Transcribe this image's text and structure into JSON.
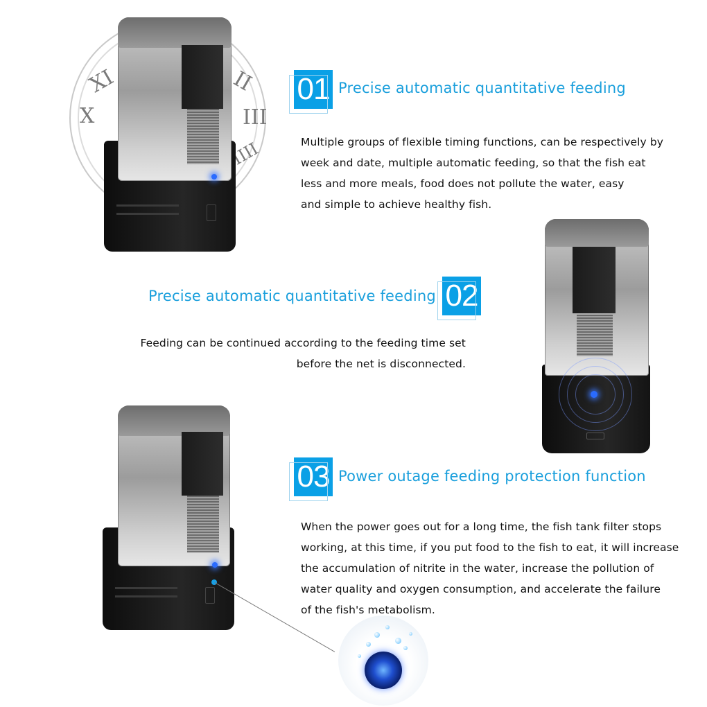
{
  "sections": [
    {
      "number": "01",
      "heading": "Precise automatic quantitative feeding",
      "lines": [
        "Multiple groups of flexible timing functions, can be respectively by",
        "week and date, multiple automatic feeding, so that the fish eat",
        "less and more meals, food does not pollute the water, easy",
        "and simple to achieve healthy fish."
      ]
    },
    {
      "number": "02",
      "heading": "Precise automatic quantitative feeding",
      "lines": [
        "Feeding can be continued according to the feeding time set",
        "before the net is disconnected."
      ]
    },
    {
      "number": "03",
      "heading": "Power outage feeding protection function",
      "lines": [
        "When the power goes out for a long time, the fish tank filter stops",
        "working, at this time, if you put food to the fish to eat, it will increase",
        "the accumulation of nitrite in the water, increase the pollution of",
        "water quality and oxygen consumption, and accelerate the failure",
        "of the fish's metabolism."
      ]
    }
  ],
  "clock_numerals": [
    "X",
    "XI",
    "II",
    "III",
    "IIII"
  ],
  "colors": {
    "accent": "#0aa0e6",
    "heading": "#1a9fdc",
    "text": "#111111",
    "led": "#2a6bff"
  },
  "icons": [
    "clock-face-icon",
    "led-indicator-icon",
    "bubble-orb-icon"
  ]
}
